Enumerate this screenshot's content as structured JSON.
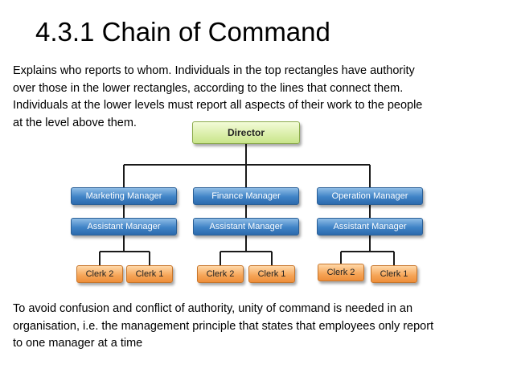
{
  "slide": {
    "title": "4.3.1 Chain of Command",
    "intro_lines": [
      "Explains who reports to whom. Individuals in the top rectangles have authority",
      "over those in the lower rectangles, according to the lines that connect them.",
      "Individuals at the lower levels must report all aspects of their work to the people",
      "at the level above them."
    ],
    "conclusion_lines": [
      "To avoid confusion and conflict of authority, unity of command is needed in an",
      "organisation, i.e. the management principle that states that employees only report",
      "to one manager at a time"
    ]
  },
  "org_chart": {
    "director": "Director",
    "departments": [
      {
        "manager": "Marketing Manager",
        "assistant": "Assistant Manager",
        "clerks": [
          "Clerk 2",
          "Clerk 1"
        ]
      },
      {
        "manager": "Finance Manager",
        "assistant": "Assistant Manager",
        "clerks": [
          "Clerk 2",
          "Clerk 1"
        ]
      },
      {
        "manager": "Operation Manager",
        "assistant": "Assistant Manager",
        "clerks": [
          "Clerk 2",
          "Clerk 1"
        ]
      }
    ],
    "colors": {
      "director_fill": "#d9ef9f",
      "manager_fill": "#3f83c6",
      "clerk_fill": "#f6a456",
      "line": "#1a1a1a"
    }
  }
}
